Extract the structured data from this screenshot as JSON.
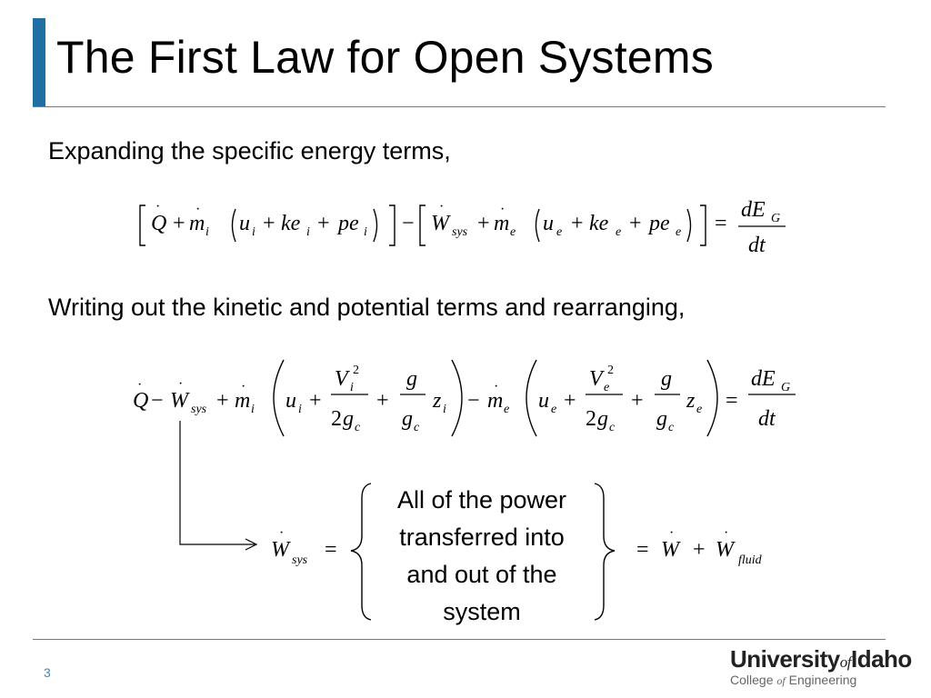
{
  "slide": {
    "title": "The First Law for Open Systems",
    "text_expanding": "Expanding the specific energy terms,",
    "text_writing": "Writing out the kinetic and potential terms and rearranging,",
    "brace_lines": [
      "All of the power",
      "transferred into",
      "and out of the",
      "system"
    ],
    "page_number": "3",
    "accent_color": "#1f6fa3"
  },
  "logo": {
    "university": "University",
    "of": "of",
    "idaho": "Idaho",
    "college": "College",
    "of_small": "of",
    "engineering": "Engineering"
  },
  "eq1": {
    "Q": "Q",
    "plus": "+",
    "minus": "−",
    "equals": "=",
    "m": "m",
    "i": "i",
    "e": "e",
    "u": "u",
    "ke": "ke",
    "pe": "pe",
    "W": "W",
    "sys": "sys",
    "dE": "dE",
    "G": "G",
    "dt": "dt"
  },
  "eq2": {
    "V": "V",
    "two": "2",
    "g": "g",
    "c": "c",
    "z": "z"
  },
  "eq3": {
    "fluid": "fluid"
  }
}
